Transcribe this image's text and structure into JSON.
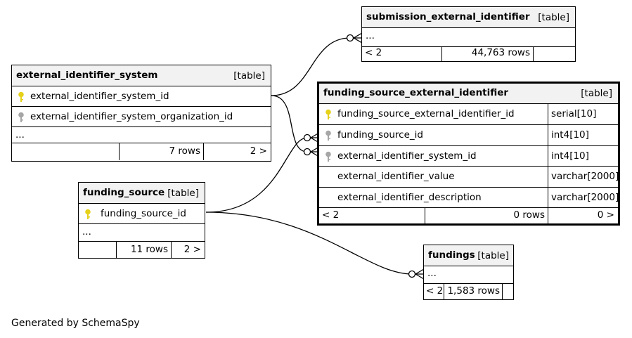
{
  "tables": {
    "submission_external_identifier": {
      "name": "submission_external_identifier",
      "kind": "[table]",
      "ellipsis": "...",
      "foot_left": "< 2",
      "foot_rows": "44,763 rows",
      "foot_right": ""
    },
    "external_identifier_system": {
      "name": "external_identifier_system",
      "kind": "[table]",
      "columns": [
        {
          "name": "external_identifier_system_id",
          "key": "primary"
        },
        {
          "name": "external_identifier_system_organization_id",
          "key": "index"
        }
      ],
      "ellipsis": "...",
      "foot_left": "",
      "foot_rows": "7 rows",
      "foot_right": "2 >"
    },
    "funding_source_external_identifier": {
      "name": "funding_source_external_identifier",
      "kind": "[table]",
      "columns": [
        {
          "name": "funding_source_external_identifier_id",
          "type": "serial[10]",
          "key": "primary"
        },
        {
          "name": "funding_source_id",
          "type": "int4[10]",
          "key": "index"
        },
        {
          "name": "external_identifier_system_id",
          "type": "int4[10]",
          "key": "index"
        },
        {
          "name": "external_identifier_value",
          "type": "varchar[2000]",
          "key": "none"
        },
        {
          "name": "external_identifier_description",
          "type": "varchar[2000]",
          "key": "none"
        }
      ],
      "foot_left": "< 2",
      "foot_rows": "0 rows",
      "foot_right": "0 >"
    },
    "funding_source": {
      "name": "funding_source",
      "kind": "[table]",
      "columns": [
        {
          "name": "funding_source_id",
          "key": "primary"
        }
      ],
      "ellipsis": "...",
      "foot_left": "",
      "foot_rows": "11 rows",
      "foot_right": "2 >"
    },
    "fundings": {
      "name": "fundings",
      "kind": "[table]",
      "ellipsis": "...",
      "foot_left": "< 2",
      "foot_rows": "1,583 rows",
      "foot_right": ""
    }
  },
  "relationships": [
    {
      "from": "external_identifier_system.external_identifier_system_id",
      "to": "submission_external_identifier"
    },
    {
      "from": "external_identifier_system.external_identifier_system_id",
      "to": "funding_source_external_identifier.external_identifier_system_id"
    },
    {
      "from": "funding_source.funding_source_id",
      "to": "funding_source_external_identifier.funding_source_id"
    },
    {
      "from": "funding_source.funding_source_id",
      "to": "fundings"
    }
  ],
  "colors": {
    "primary_key": "#e6d11a",
    "index_key": "#a6a6a6",
    "header_bg": "#f2f2f2"
  },
  "footer": {
    "credit": "Generated by SchemaSpy"
  }
}
